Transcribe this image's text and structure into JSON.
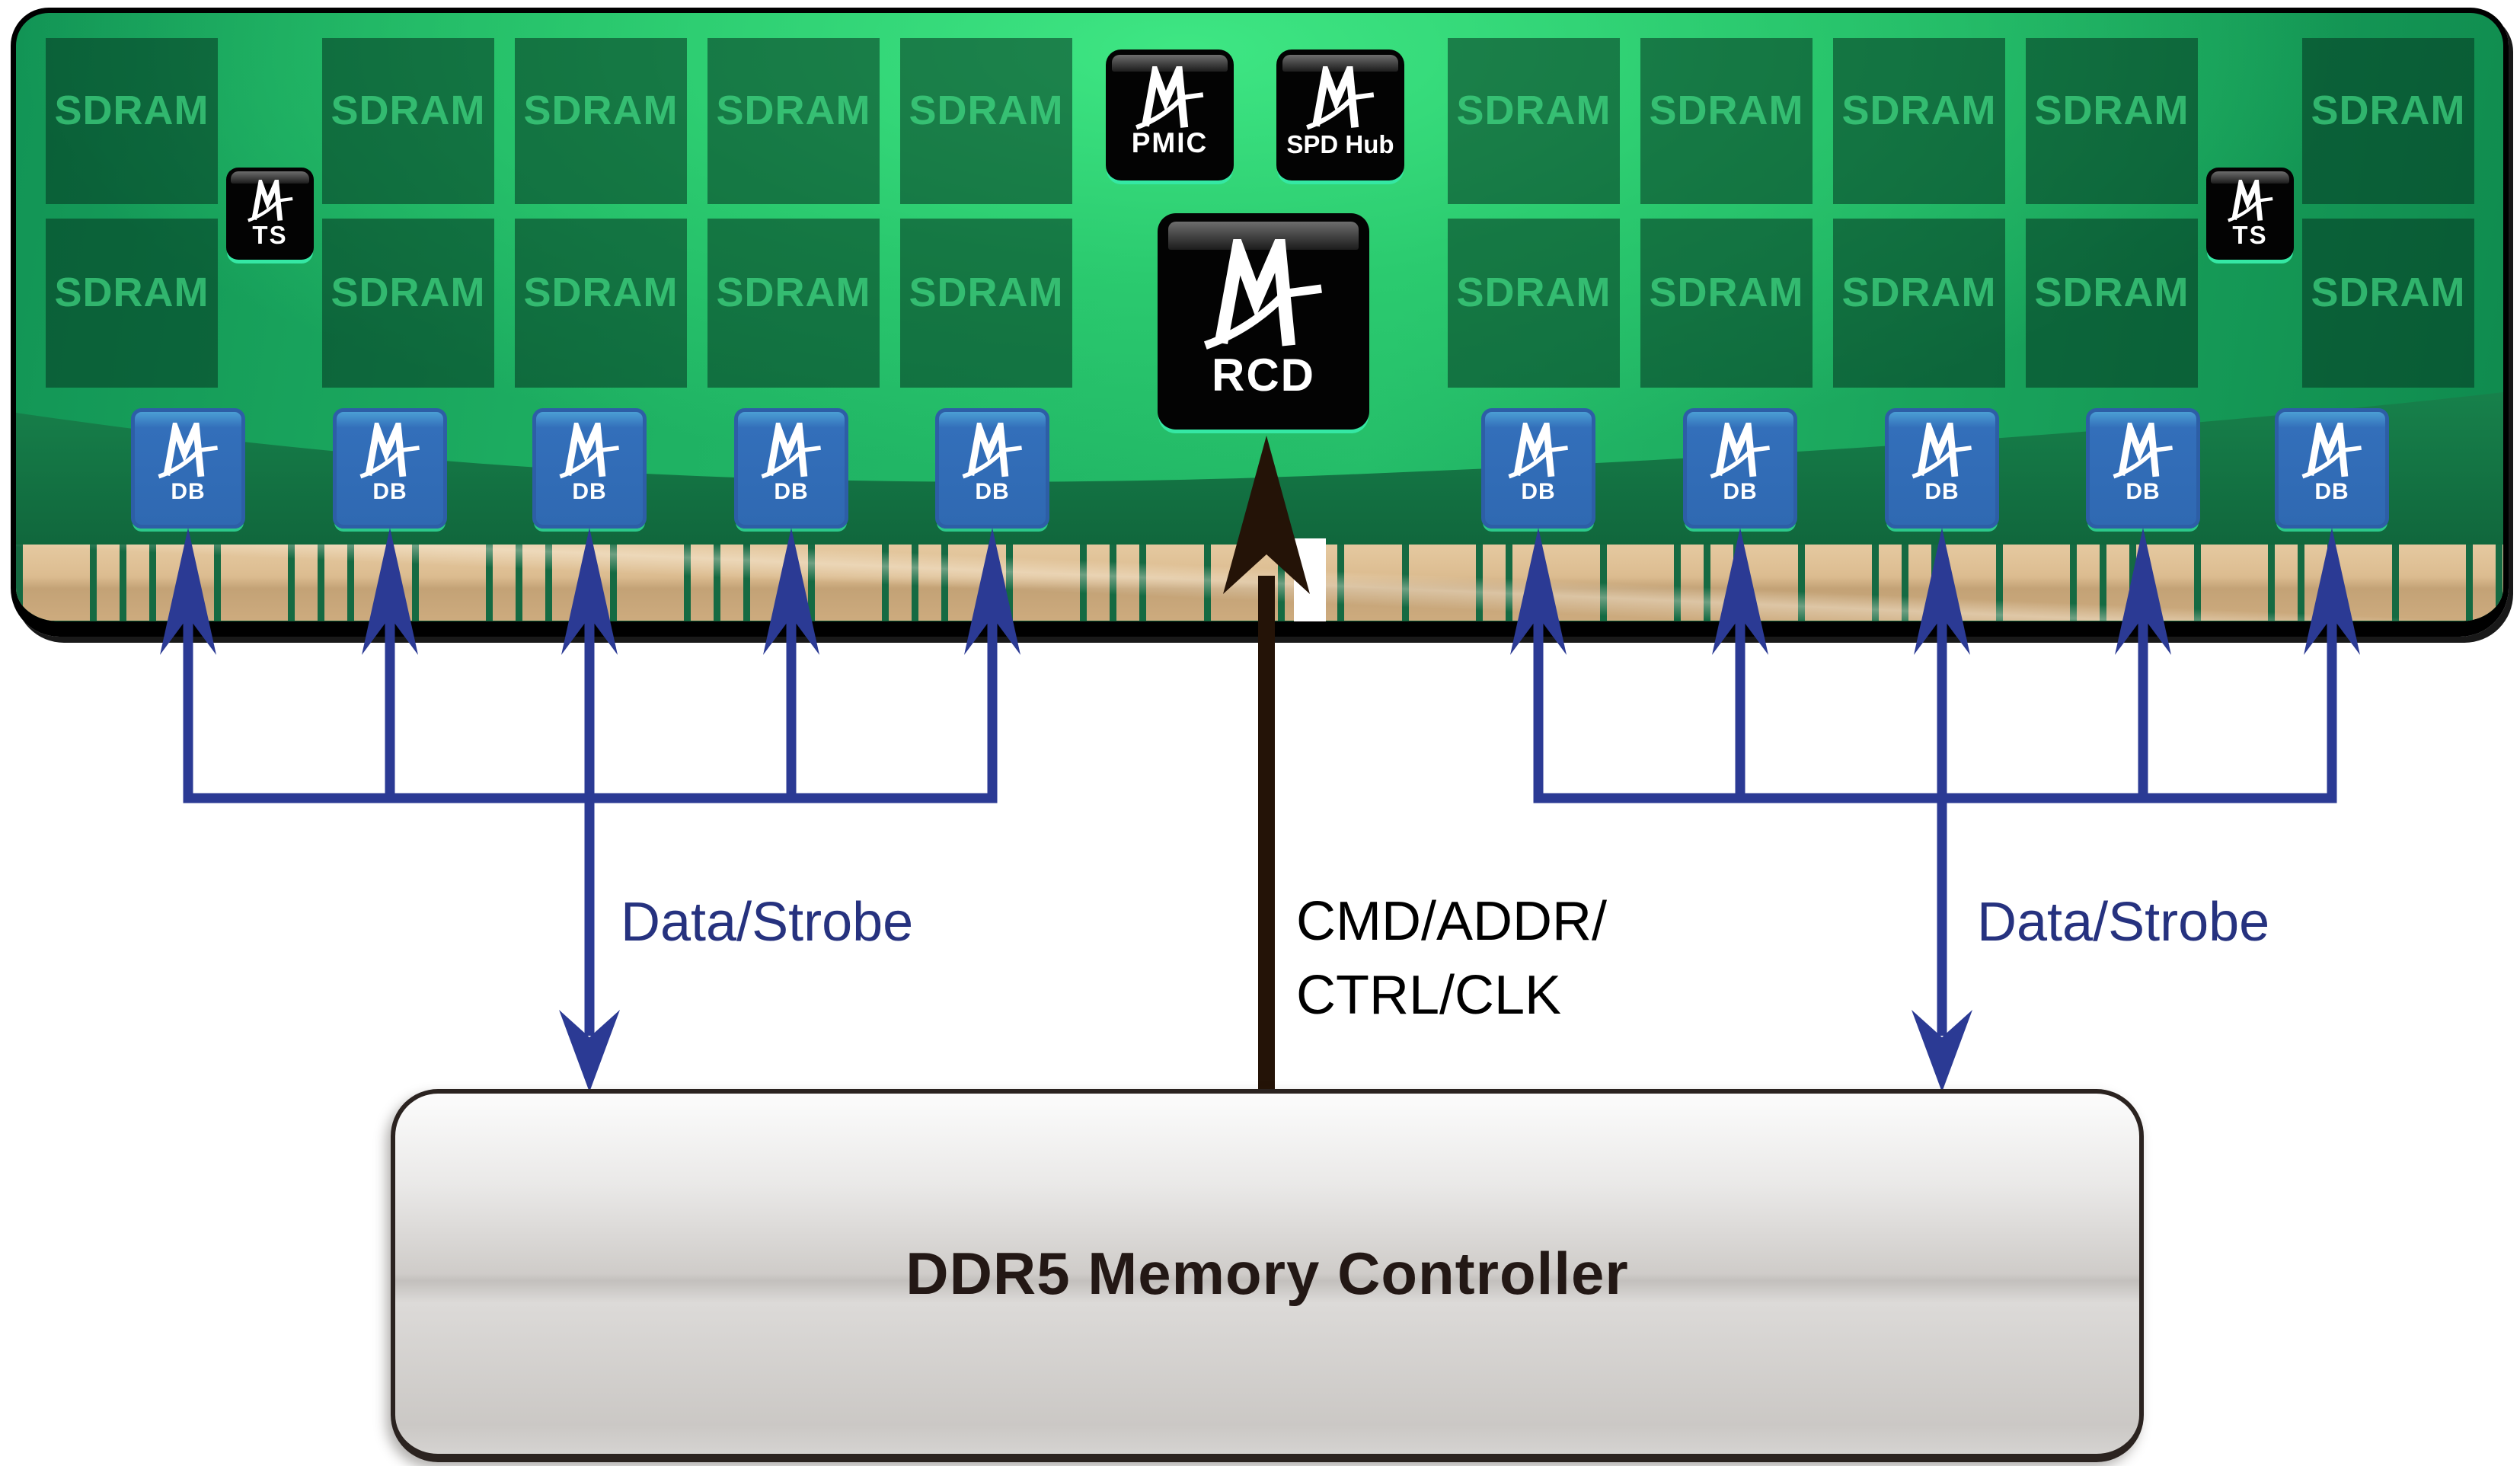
{
  "module": {
    "sdram_label": "SDRAM",
    "ts_label": "TS",
    "pmic_label": "PMIC",
    "spd_hub_label": "SPD Hub",
    "rcd_label": "RCD",
    "db_label": "DB",
    "sdram_chip_count": 20,
    "db_chip_count": 10,
    "ts_chip_count": 2
  },
  "labels": {
    "data_strobe_left": "Data/Strobe",
    "data_strobe_right": "Data/Strobe",
    "cmd_addr_line1": "CMD/ADDR/",
    "cmd_addr_line2": "CTRL/CLK"
  },
  "controller": {
    "title": "DDR5 Memory Controller"
  },
  "icons": {
    "montage_logo": "montage-logo-icon"
  },
  "colors": {
    "pcb_green": "#25bd69",
    "pcb_dark_green": "#11693f",
    "sdram_chip_green": "#167a46",
    "sdram_text_green": "#2dbd6c",
    "gold_finger": "#d9b88c",
    "db_blue": "#3069b4",
    "chip_black": "#030303",
    "glow_teal": "#35e8a4",
    "wire_navy": "#2b3a94",
    "label_navy": "#26327f",
    "cmd_arrow_black": "#241307",
    "controller_gray": "#d5d3d1"
  }
}
